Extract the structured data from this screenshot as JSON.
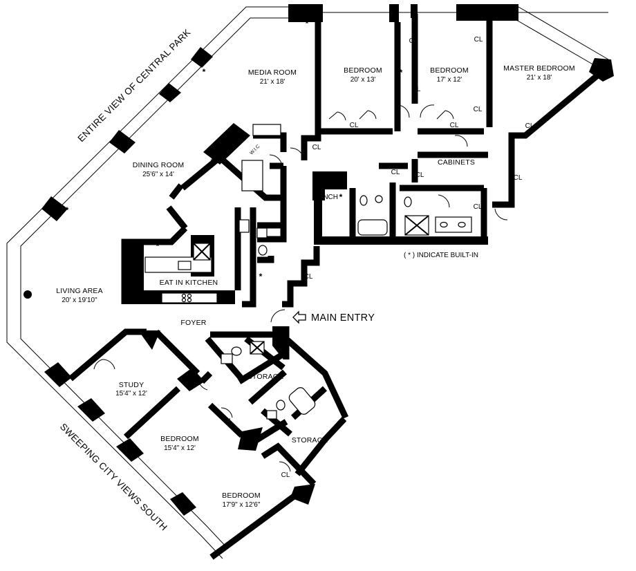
{
  "views": {
    "north": "ENTIRE VIEW OF CENTRAL PARK",
    "south": "SWEEPING CITY VIEWS SOUTH"
  },
  "rooms": {
    "media_room": {
      "name": "MEDIA ROOM",
      "dim": "21' x 18'"
    },
    "bedroom_1": {
      "name": "BEDROOM",
      "dim": "20' x 13'"
    },
    "bedroom_2": {
      "name": "BEDROOM",
      "dim": "17' x 12'"
    },
    "master_bedroom": {
      "name": "MASTER BEDROOM",
      "dim": "21' x 18'"
    },
    "dining_room": {
      "name": "DINING ROOM",
      "dim": "25'6\" x 14'"
    },
    "living_area": {
      "name": "LIVING AREA",
      "dim": "20' x 19'10\""
    },
    "kitchen": {
      "name": "EAT IN KITCHEN"
    },
    "foyer": {
      "name": "FOYER"
    },
    "study": {
      "name": "STUDY",
      "dim": "15'4\" x 12'"
    },
    "bedroom_3": {
      "name": "BEDROOM",
      "dim": "15'4\" x 12'"
    },
    "bedroom_4": {
      "name": "BEDROOM",
      "dim": "17'9\" x 12'6\""
    }
  },
  "labels": {
    "closet": "CL",
    "cabinets": "CABINETS",
    "bench": "BENCH",
    "storage": "STORAGE",
    "main_entry": "MAIN ENTRY",
    "legend_note": "( * ) INDICATE BUILT-IN",
    "built_in": "*",
    "wic": "W.I.C"
  }
}
